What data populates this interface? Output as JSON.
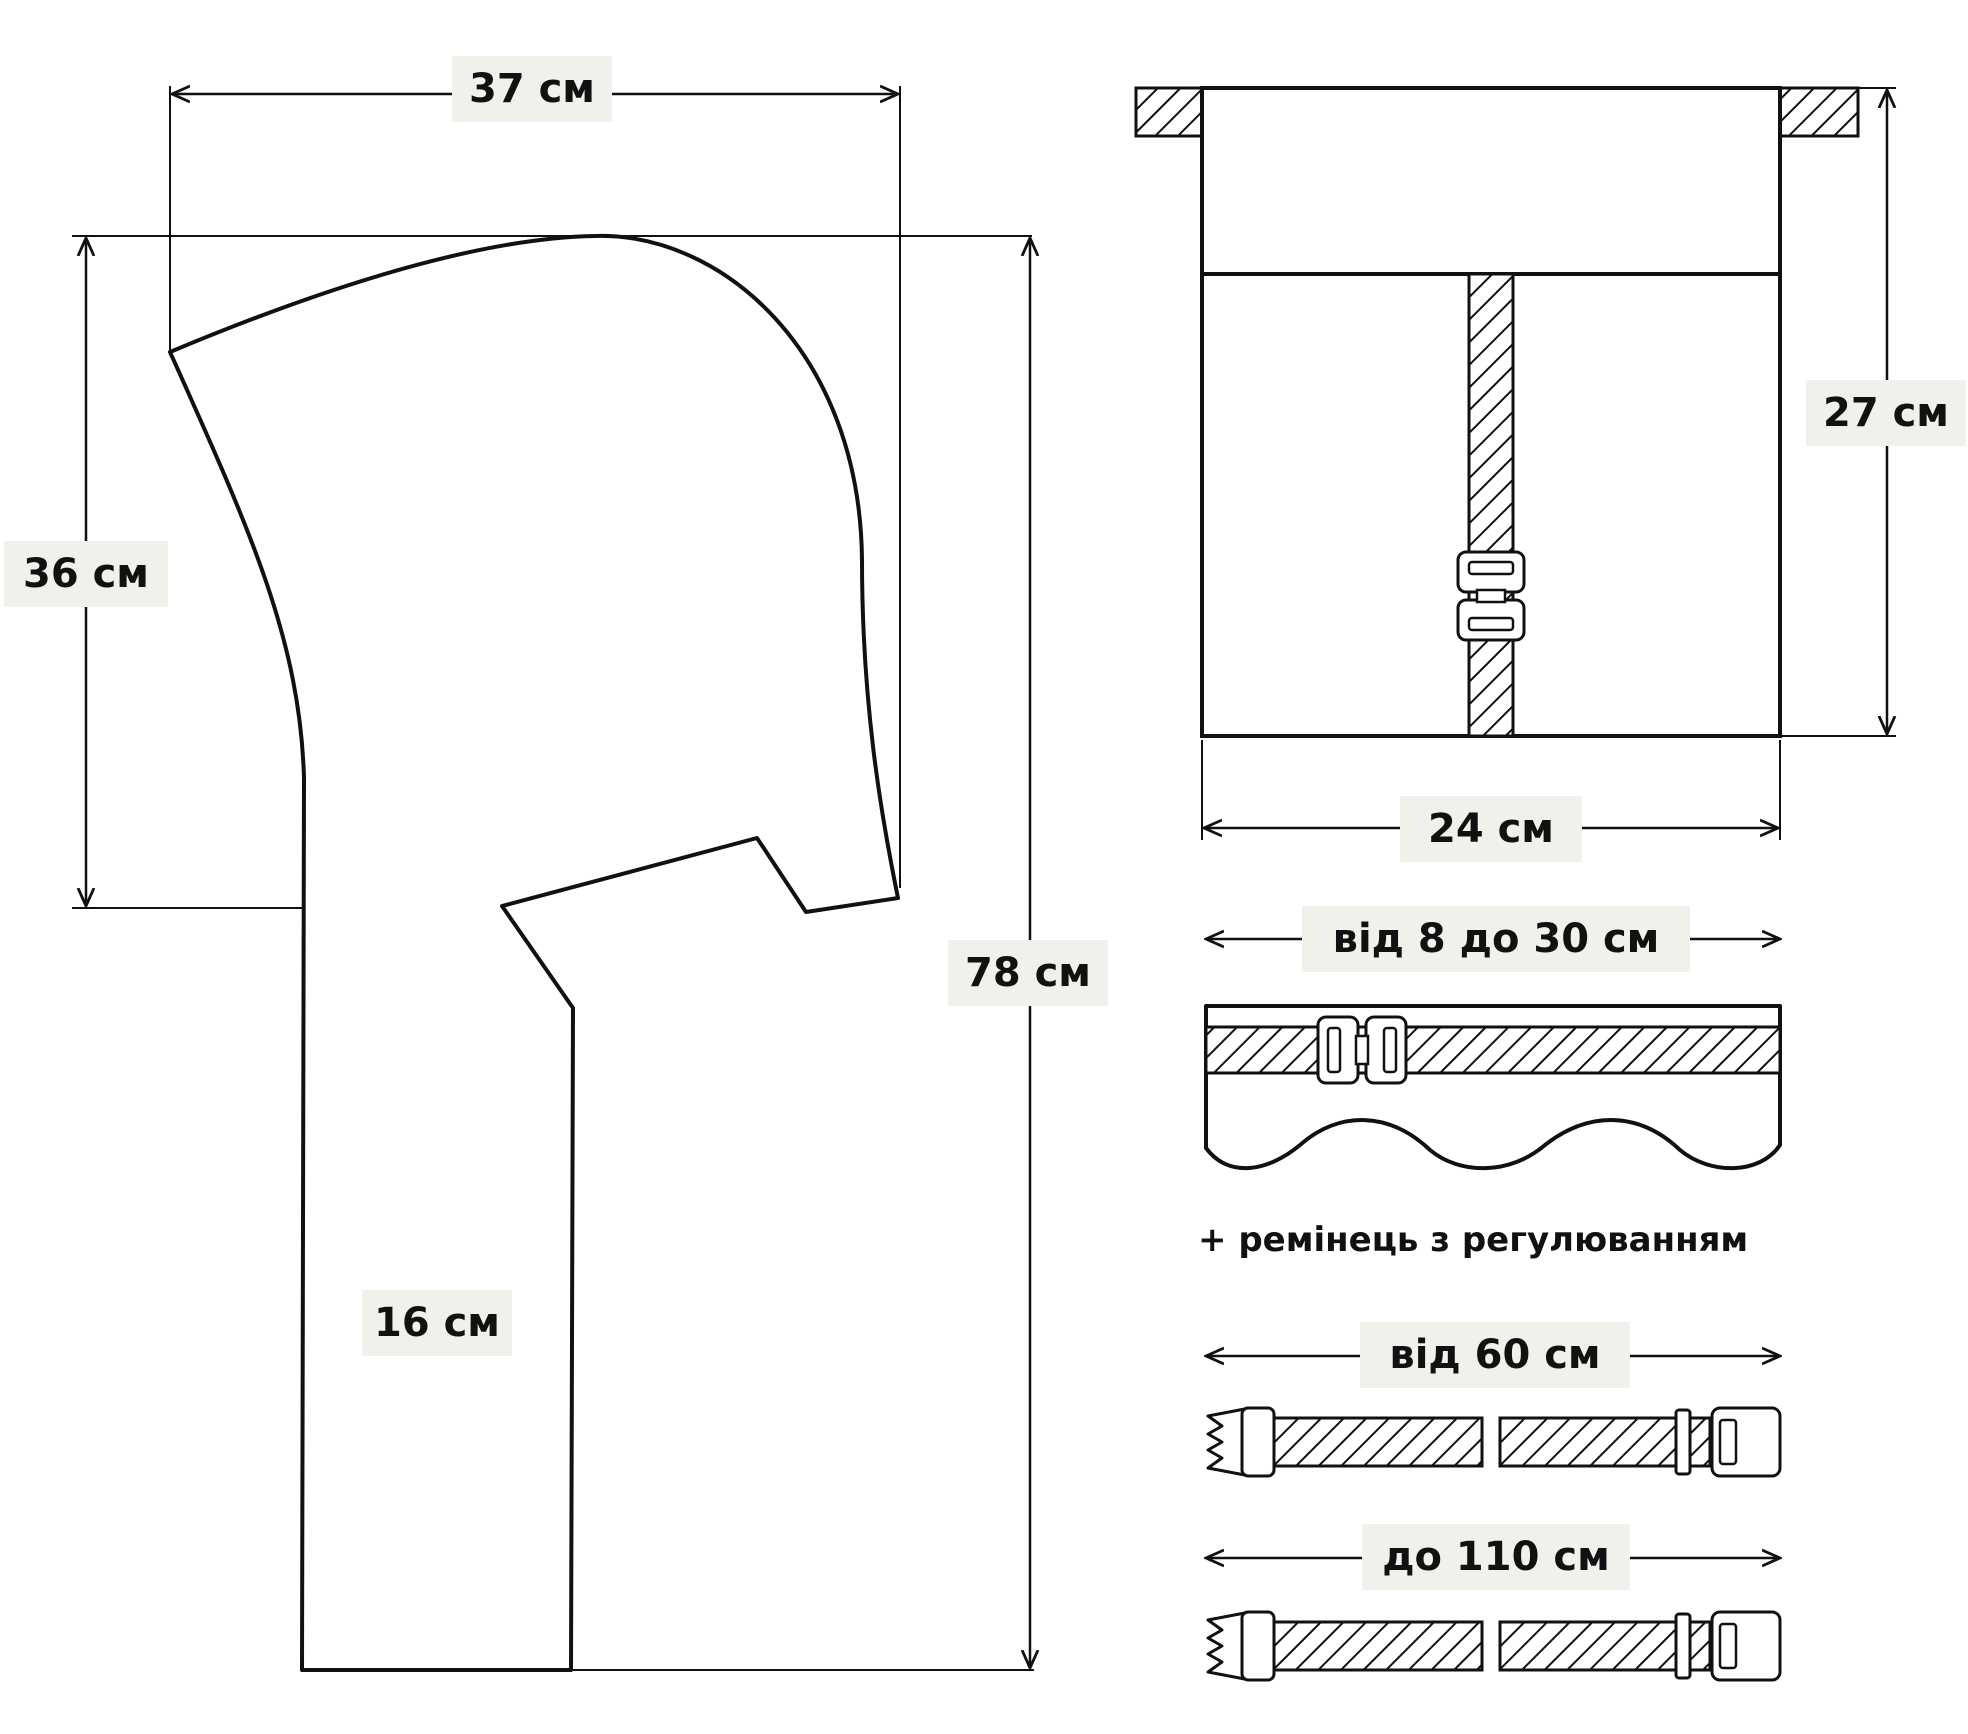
{
  "dimensions": {
    "hood_width": "37 см",
    "hood_height": "36 см",
    "total_length": "78 см",
    "scarf_width": "16 см",
    "bag_height": "27 см",
    "bag_width": "24 см",
    "strap_adjust": "від 8 до 30 см",
    "belt_min": "від 60 см",
    "belt_max": "до 110 см"
  },
  "note": "+ ремінець з регулюванням",
  "colors": {
    "line": "#111111",
    "label_bg": "#f1f1ec",
    "background": "#ffffff"
  }
}
